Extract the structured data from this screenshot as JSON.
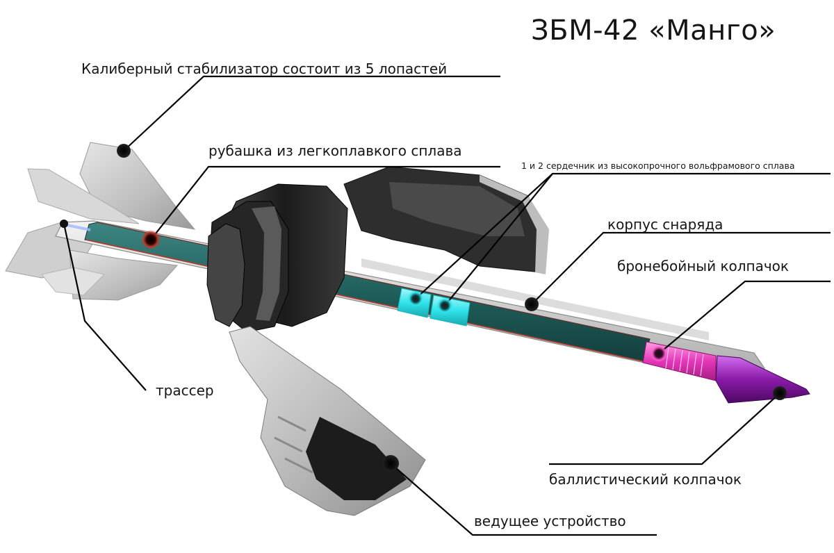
{
  "title": "ЗБМ-42 «Манго»",
  "labels": {
    "stabilizer": "Калиберный стабилизатор состоит из 5 лопастей",
    "jacket": "рубашка из легкоплавкого сплава",
    "cores": "1 и 2 сердечник из высокопрочного вольфрамового сплава",
    "body": "корпус снаряда",
    "ap_cap": "бронебойный колпачок",
    "tracer": "трассер",
    "ballistic_cap": "баллистический колпачок",
    "sabot": "ведущее устройство"
  },
  "colors": {
    "core_teal": "#1f5f5c",
    "core_highlight": "#2fe3ea",
    "ap_cap": "#e436b8",
    "ballistic_cap": "#8a1aa8",
    "sabot_dark": "#2b2b2b",
    "fin_grey": "#c8c8c8",
    "leader_line": "#000000"
  }
}
